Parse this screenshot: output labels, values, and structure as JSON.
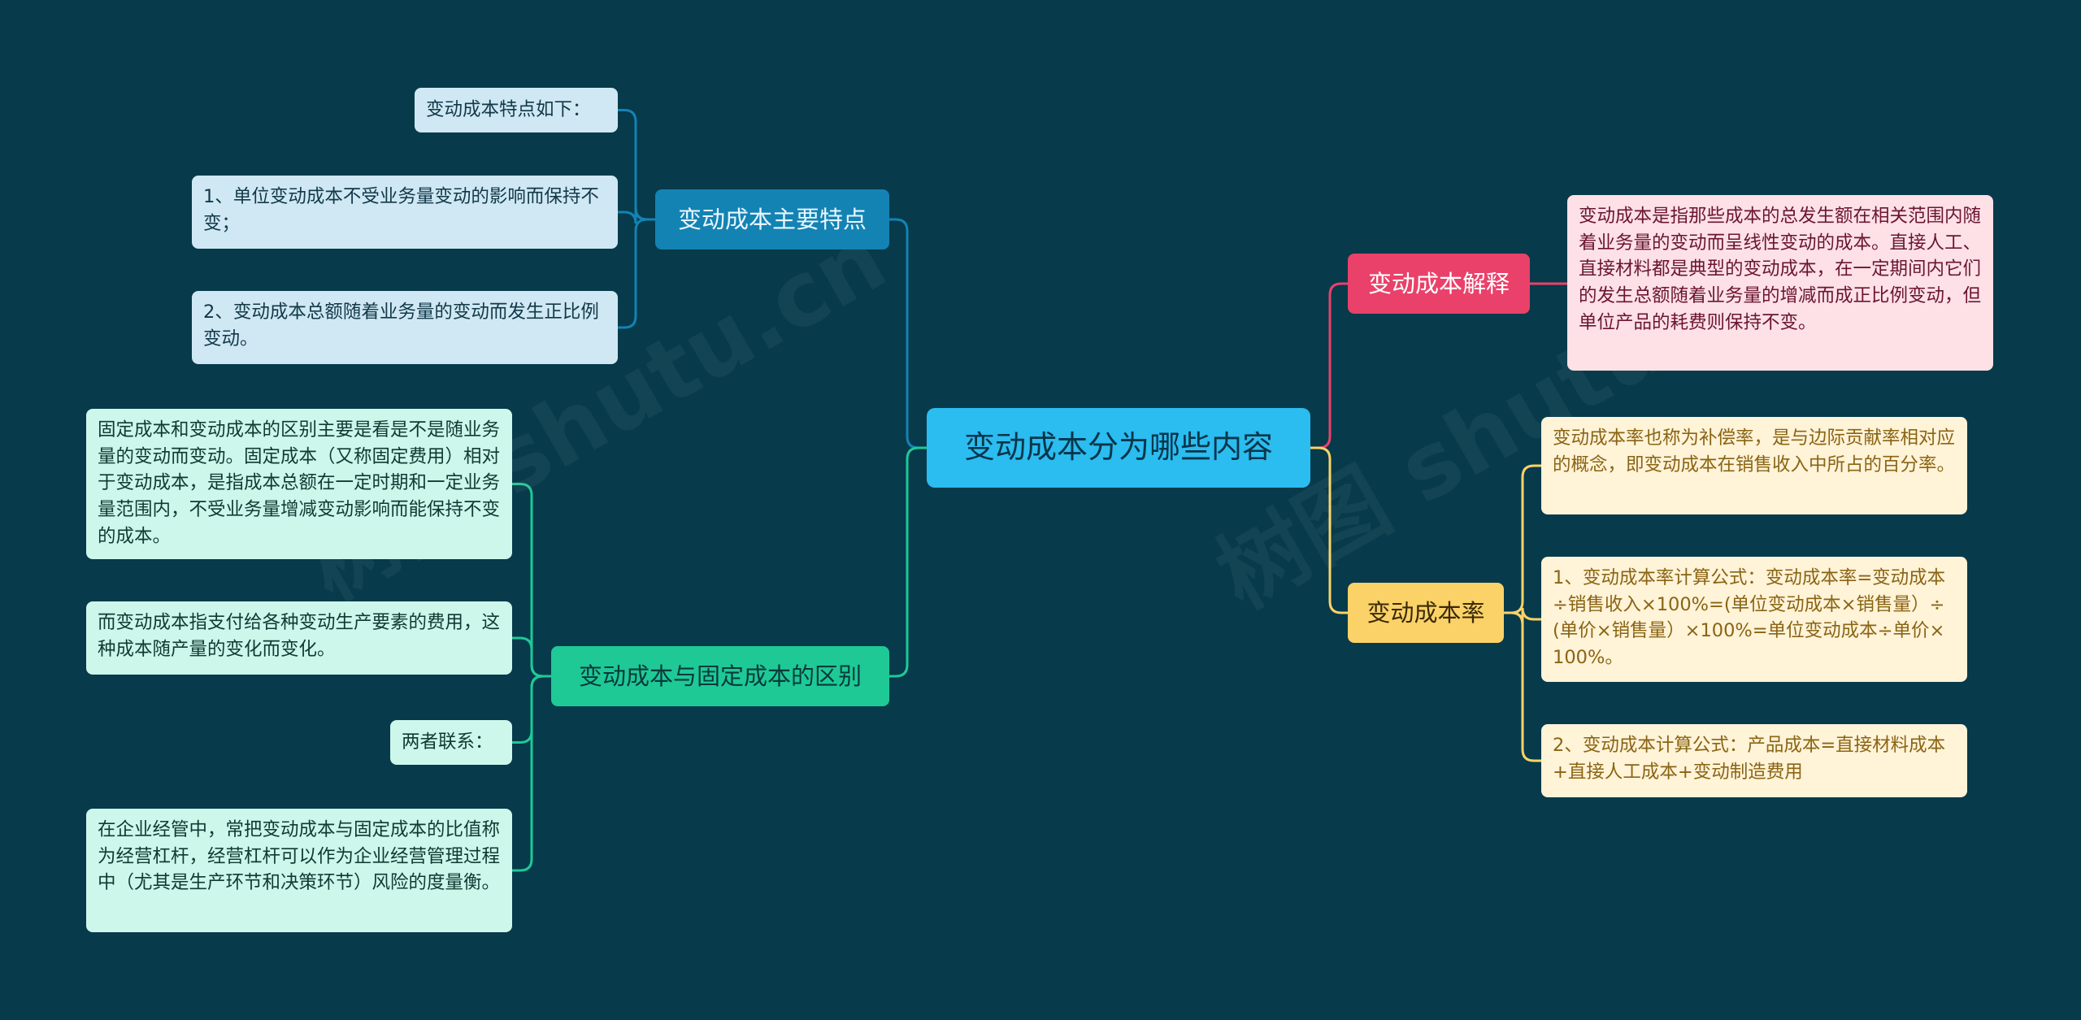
{
  "center": {
    "label": "变动成本分为哪些内容"
  },
  "branches": {
    "features": {
      "label": "变动成本主要特点",
      "leaves": [
        "变动成本特点如下：",
        "1、单位变动成本不受业务量变动的影响而保持不变；",
        "2、变动成本总额随着业务量的变动而发生正比例变动。"
      ]
    },
    "difference": {
      "label": "变动成本与固定成本的区别",
      "leaves": [
        "固定成本和变动成本的区别主要是看是不是随业务量的变动而变动。固定成本（又称固定费用）相对于变动成本，是指成本总额在一定时期和一定业务量范围内，不受业务量增减变动影响而能保持不变的成本。",
        "而变动成本指支付给各种变动生产要素的费用，这种成本随产量的变化而变化。",
        "两者联系：",
        "在企业经管中，常把变动成本与固定成本的比值称为经营杠杆，经营杠杆可以作为企业经营管理过程中（尤其是生产环节和决策环节）风险的度量衡。"
      ]
    },
    "explanation": {
      "label": "变动成本解释",
      "leaves": [
        "变动成本是指那些成本的总发生额在相关范围内随着业务量的变动而呈线性变动的成本。直接人工、直接材料都是典型的变动成本，在一定期间内它们的发生总额随着业务量的增减而成正比例变动，但单位产品的耗费则保持不变。"
      ]
    },
    "rate": {
      "label": "变动成本率",
      "leaves": [
        "变动成本率也称为补偿率，是与边际贡献率相对应的概念，即变动成本在销售收入中所占的百分率。",
        "1、变动成本率计算公式：变动成本率=变动成本÷销售收入×100%=(单位变动成本×销售量）÷(单价×销售量）×100%=单位变动成本÷单价×100%。",
        "2、变动成本计算公式：产品成本=直接材料成本+直接人工成本+变动制造费用"
      ]
    }
  },
  "colors": {
    "background": "#073a4b",
    "center": "#2bbcf0",
    "features": "#1383b3",
    "difference": "#1ec996",
    "explanation": "#e9416a",
    "rate": "#fbd267"
  }
}
